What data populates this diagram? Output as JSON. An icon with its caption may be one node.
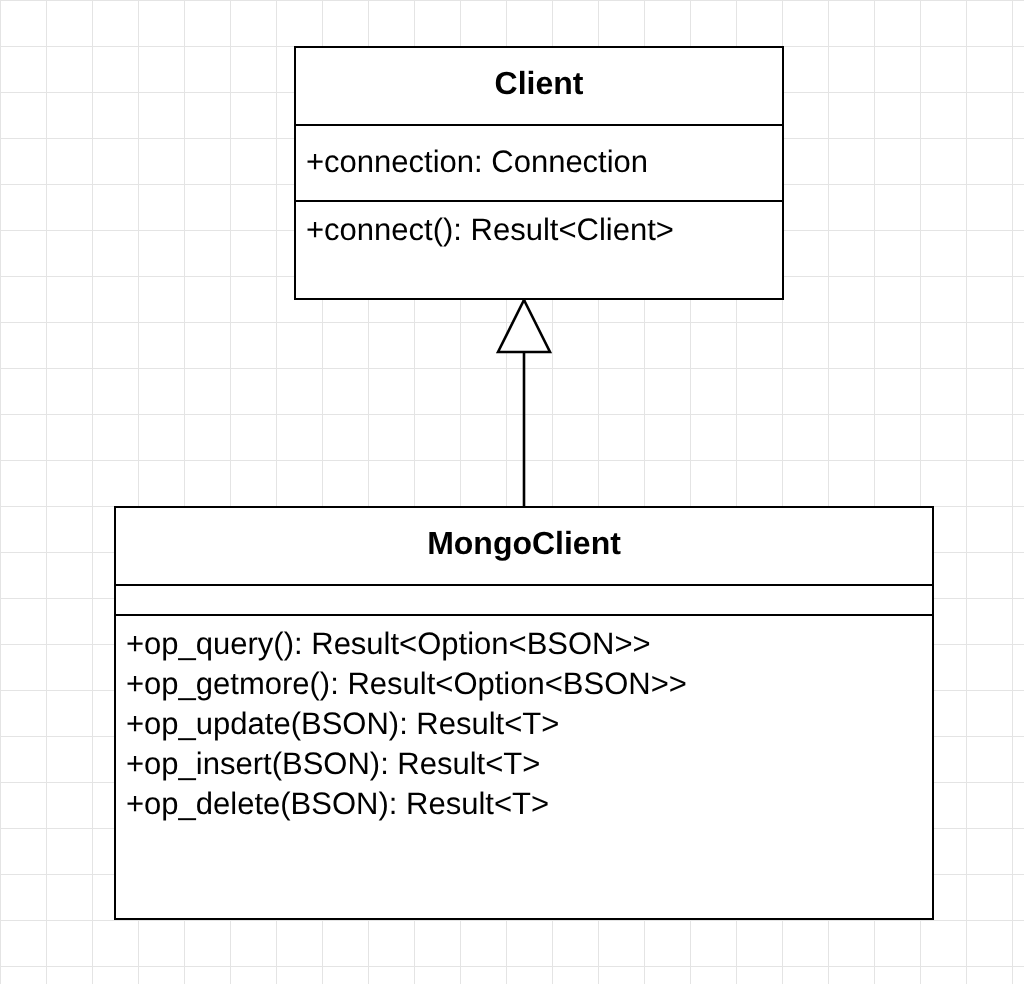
{
  "diagram": {
    "nodes": [
      {
        "text": [
          "Client",
          "+connection: Connection",
          "+connect(): Result<Client>"
        ]
      },
      {
        "text": [
          "MongoClient",
          "+op_query(): Result<Option<BSON>>",
          "+op_getmore(): Result<Option<BSON>>",
          "+op_update(BSON): Result<T>",
          "+op_insert(BSON): Result<T>",
          "+op_delete(BSON): Result<T>"
        ]
      }
    ],
    "edges": [
      {
        "from": 1,
        "to": 0,
        "arrow": "to"
      }
    ]
  }
}
